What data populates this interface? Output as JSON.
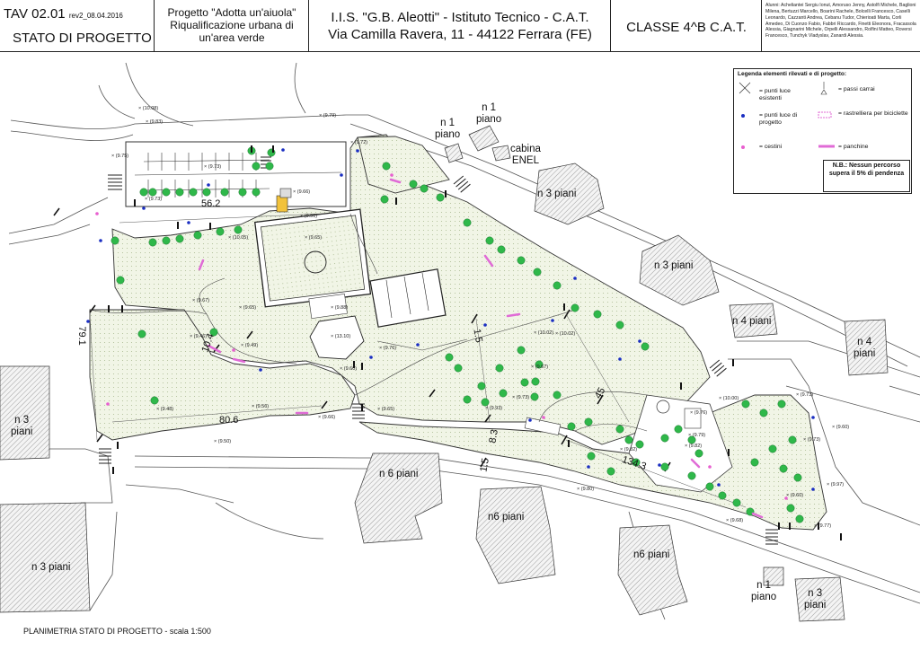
{
  "titleblock": {
    "code": "TAV 02.01",
    "revision": "rev2_08.04.2016",
    "status": "STATO DI PROGETTO",
    "project_lines": [
      "Progetto \"Adotta un'aiuola\"",
      "Riqualificazione urbana di",
      "un'area verde"
    ],
    "school_lines": [
      "I.I.S. \"G.B. Aleotti\" - Istituto Tecnico - C.A.T.",
      "Via Camilla Ravera, 11 - 44122 Ferrara (FE)"
    ],
    "class": "CLASSE 4^B C.A.T.",
    "students": "Alunni: Acheliantei Sergiu Ionut, Amoruso Jenny, Astolfi Michele, Baglioni Milena, Bertuzzi Marcello, Boarini Rachele, Bolcelli Francesco, Caselli Leonardo, Cazzanti Andrea, Cebanu Tudor, Chierioati Marta, Corli Amedeo, Di Cuonzo Fabio, Fabbri Riccardo, Finetti Eleonora, Fracassola Alessia, Giagnarini Michele, Orpelli Alessandro, Rolfini Matteo, Roversi Francesco, Tunchyk Vladyslav, Zanardi Alessia."
  },
  "legend": {
    "title": "Legenda elementi rilevati e di progetto:",
    "items": {
      "existing_lights": "= punti luce esistenti",
      "project_lights": "= punti luce di progetto",
      "bins": "= cestini",
      "driveways": "= passi carrai",
      "bike_racks": "= rastrelliera per biciclette",
      "benches": "= panchine"
    },
    "note": "N.B.: Nessun percorso supera il 5% di pendenza"
  },
  "buildings": {
    "n1_north": [
      "n 1",
      "piano"
    ],
    "n1_north_b": [
      "n 1",
      "piano"
    ],
    "cabina": [
      "cabina",
      "ENEL"
    ],
    "n3_ne": "n 3 piani",
    "n3_e": "n 3 piani",
    "n4_e": "n 4 piani",
    "n4_far": [
      "n 4",
      "piani"
    ],
    "n3_w": [
      "n 3",
      "piani"
    ],
    "n3_sw": "n 3 piani",
    "n6": "n 6 piani",
    "n6b": "n6 piani",
    "n6c": "n6 piani",
    "n1_se": [
      "n 1",
      "piano"
    ],
    "n3_se": [
      "n 3",
      "piani"
    ]
  },
  "dimensions": {
    "d1": "56.2",
    "d2": "79.1",
    "d3": "10.4",
    "d4": "80.6",
    "d5": "1.5",
    "d6": "8.3",
    "d7": "1.5",
    "d8": "45",
    "d9": "134.3"
  },
  "elevations": {
    "e1": "(10.08)",
    "e2": "(9.83)",
    "e3": "(9.79)",
    "e4": "(9.75)",
    "e5": "(9.72)",
    "e6": "(9.73)",
    "e7": "(9.73)",
    "e8": "(9.66)",
    "e9": "(9.65)",
    "e10": "(9.91)",
    "e11": "(10.05)",
    "e12": "(9.67)",
    "e13": "(9.65)",
    "e14": "(9.88)",
    "e15": "(13.10)",
    "e16": "(9.46)",
    "e17": "(9.49)",
    "e18": "(9.48)",
    "e19": "(9.56)",
    "e20": "(9.66)",
    "e21": "(9.60)",
    "e22": "(9.65)",
    "e23": "(9.76)",
    "e24": "(10.02)",
    "e25": "(10.02)",
    "e26": "(9.67)",
    "e27": "(9.73)",
    "e28": "(9.93)",
    "e29": "(9.82)",
    "e30": "(9.82)",
    "e31": "(9.79)",
    "e32": "(9.76)",
    "e33": "(10.00)",
    "e34": "(9.60)",
    "e35": "(9.80)",
    "e36": "(9.73)",
    "e37": "(9.97)",
    "e38": "(9.77)",
    "e39": "(9.68)",
    "e40": "(9.50)",
    "e41": "(9.60)",
    "e42": "(9.73)"
  },
  "footer": "PLANIMETRIA STATO DI PROGETTO - scala 1:500",
  "colors": {
    "tree": "#2fb84a",
    "greenfill": "#eef3e2",
    "light_project": "#1a2ec2",
    "bin": "#e85fcf",
    "bench": "#e06bd6"
  }
}
